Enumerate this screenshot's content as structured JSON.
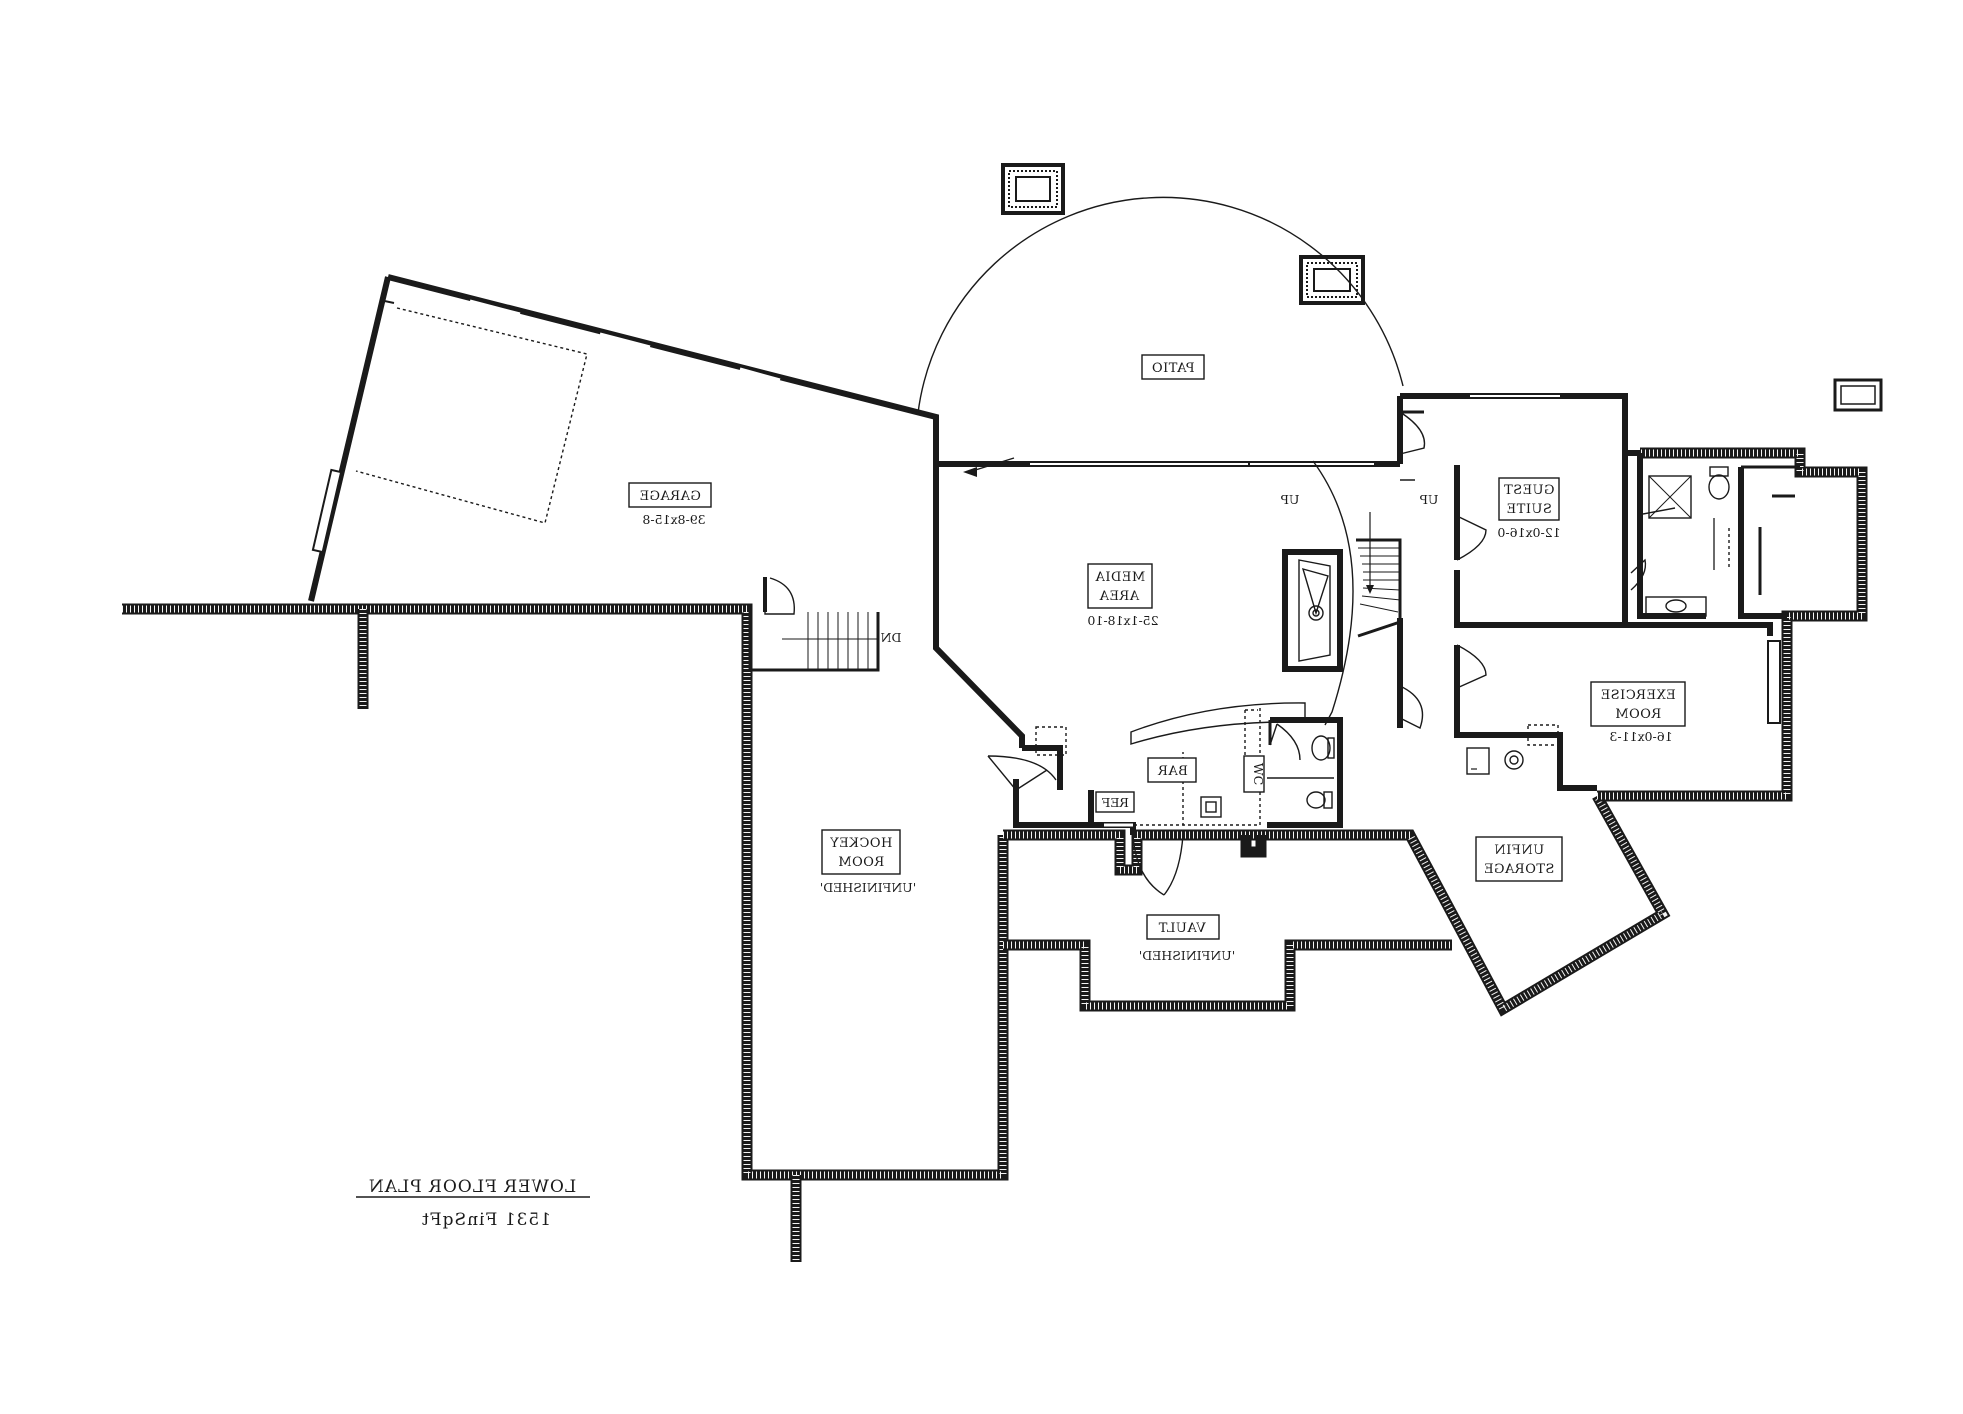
{
  "plan": {
    "title": "LOWER FLOOR PLAN",
    "area": "1531 FinSqFt"
  },
  "rooms": {
    "patio": {
      "name": "PATIO"
    },
    "garage": {
      "name": "GARAGE",
      "size": "39-8x15-8"
    },
    "media": {
      "line1": "MEDIA",
      "line2": "AREA",
      "size": "25-1x18-10"
    },
    "guest": {
      "line1": "GUEST",
      "line2": "SUITE",
      "size": "12-0x16-0"
    },
    "exercise": {
      "line1": "EXERCISE",
      "line2": "ROOM",
      "size": "16-0x11-3"
    },
    "bar": {
      "name": "BAR"
    },
    "ref": {
      "name": "REF"
    },
    "wc": {
      "name": "WC"
    },
    "hockey": {
      "line1": "HOCKEY",
      "line2": "ROOM",
      "note": "'UNFINISHED'"
    },
    "vault": {
      "name": "VAULT",
      "note": "'UNFINISHED'"
    },
    "storage": {
      "line1": "UNFIN",
      "line2": "STORAGE"
    }
  },
  "stairs": {
    "up_left": "UP",
    "up_right": "UP",
    "down": "DN"
  }
}
